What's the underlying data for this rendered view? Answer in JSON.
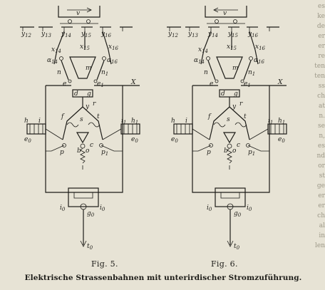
{
  "caption": "Elektrische Strassenbahnen mit unterirdischer Stromzuführung.",
  "figures": [
    {
      "label": "Fig. 5.",
      "arrow_label": "v",
      "rail_labels": [
        "y",
        "y",
        "y",
        "y"
      ],
      "rail_subs": [
        "12",
        "13",
        "14",
        "15"
      ],
      "labels": {
        "x14": "x",
        "x15": "x",
        "x16": "x",
        "a14": "α",
        "a16": "α",
        "m": "m",
        "n": "n",
        "n1": "n",
        "e": "e",
        "e1": "e",
        "X": "X",
        "d": "d",
        "g": "g",
        "y": "y",
        "r": "r",
        "f": "f",
        "s": "s",
        "t": "t",
        "h": "h",
        "h1": "h",
        "i": "i",
        "i1": "i",
        "e0": "e",
        "e0r": "e",
        "b": "b",
        "o": "o",
        "c": "c",
        "p": "p",
        "p1": "p",
        "i0l": "i",
        "i0r": "i",
        "g0": "g",
        "t0": "t"
      }
    },
    {
      "label": "Fig. 6.",
      "arrow_label": "v",
      "rail_labels": [
        "y",
        "y",
        "y",
        "y"
      ],
      "rail_subs": [
        "12",
        "13",
        "14",
        "15"
      ],
      "labels": {
        "x14": "x",
        "x15": "x",
        "x16": "x",
        "a14": "α",
        "a16": "α",
        "m": "m",
        "n": "n",
        "n1": "n",
        "e": "e",
        "e1": "e",
        "X": "X",
        "d": "d",
        "g": "g",
        "y": "y",
        "r": "r",
        "f": "f",
        "s": "s",
        "t": "t",
        "h": "h",
        "h1": "h",
        "i": "i",
        "i1": "i",
        "e0": "e",
        "e0r": "e",
        "b": "b",
        "o": "o",
        "c": "c",
        "p": "p",
        "p1": "p",
        "i0l": "i",
        "i0r": "i",
        "g0": "g",
        "t0": "t"
      }
    }
  ],
  "side_text": [
    "es",
    "ke",
    "de",
    "er",
    "er",
    "re",
    "ten",
    "ten",
    "ss",
    "ch",
    "at",
    "n.",
    "se",
    "n,",
    "es",
    "nd",
    "or",
    "st",
    "ge",
    "er",
    "er",
    "ch",
    "al",
    "in",
    "len"
  ],
  "colors": {
    "ink": "#1d1c18",
    "paper": "#e7e3d5"
  }
}
